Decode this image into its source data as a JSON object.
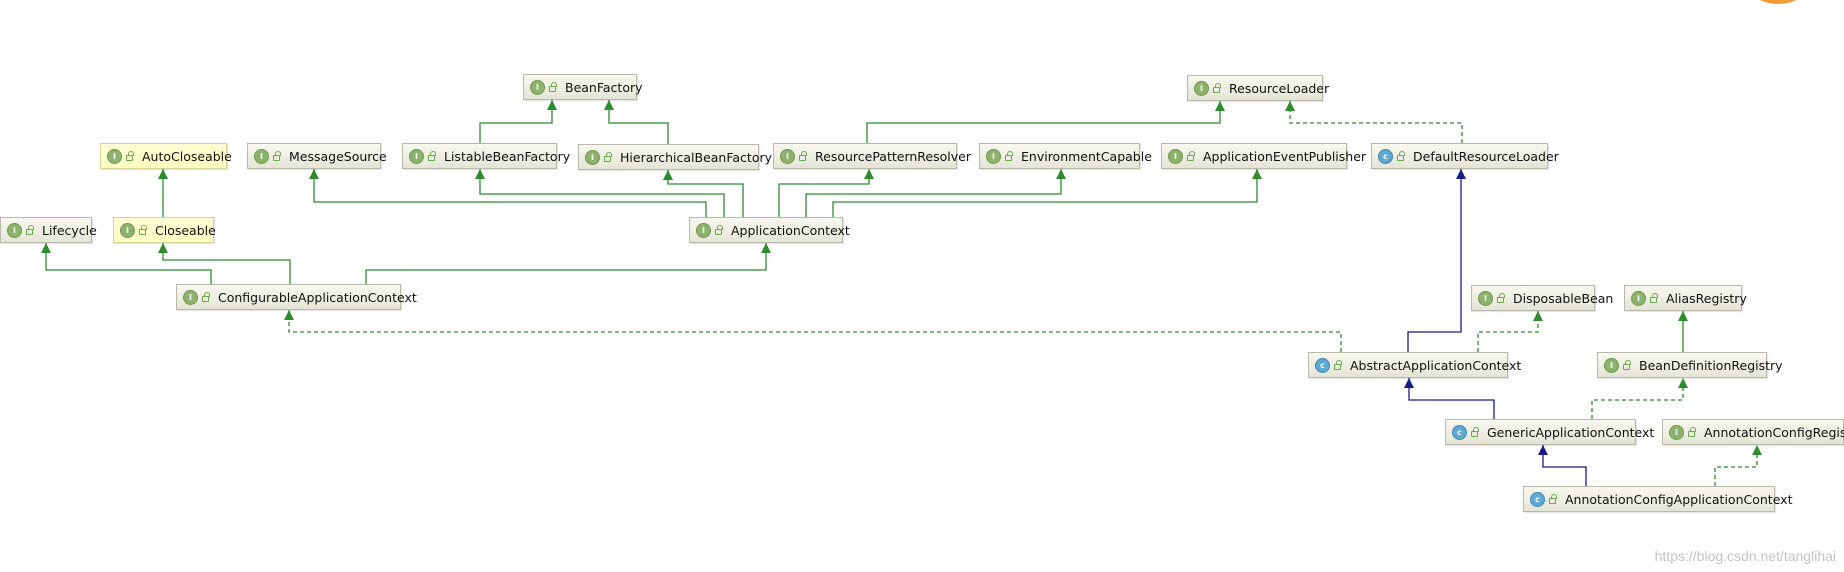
{
  "diagram": {
    "nodes": [
      {
        "id": "BeanFactory",
        "label": "BeanFactory",
        "kind": "interface",
        "icon": "interface-badge-icon"
      },
      {
        "id": "ResourceLoader",
        "label": "ResourceLoader",
        "kind": "interface",
        "icon": "interface-badge-icon"
      },
      {
        "id": "AutoCloseable",
        "label": "AutoCloseable",
        "kind": "interface",
        "highlight": true,
        "icon": "interface-badge-icon"
      },
      {
        "id": "MessageSource",
        "label": "MessageSource",
        "kind": "interface",
        "icon": "interface-badge-icon"
      },
      {
        "id": "ListableBeanFactory",
        "label": "ListableBeanFactory",
        "kind": "interface",
        "icon": "interface-badge-icon"
      },
      {
        "id": "HierarchicalBeanFactory",
        "label": "HierarchicalBeanFactory",
        "kind": "interface",
        "icon": "interface-badge-icon"
      },
      {
        "id": "ResourcePatternResolver",
        "label": "ResourcePatternResolver",
        "kind": "interface",
        "icon": "interface-badge-icon"
      },
      {
        "id": "EnvironmentCapable",
        "label": "EnvironmentCapable",
        "kind": "interface",
        "icon": "interface-badge-icon"
      },
      {
        "id": "ApplicationEventPublisher",
        "label": "ApplicationEventPublisher",
        "kind": "interface",
        "icon": "interface-badge-icon"
      },
      {
        "id": "DefaultResourceLoader",
        "label": "DefaultResourceLoader",
        "kind": "class",
        "icon": "class-badge-icon"
      },
      {
        "id": "Lifecycle",
        "label": "Lifecycle",
        "kind": "interface",
        "icon": "interface-badge-icon"
      },
      {
        "id": "Closeable",
        "label": "Closeable",
        "kind": "interface",
        "highlight": true,
        "icon": "interface-badge-icon"
      },
      {
        "id": "ApplicationContext",
        "label": "ApplicationContext",
        "kind": "interface",
        "icon": "interface-badge-icon"
      },
      {
        "id": "ConfigurableApplicationContext",
        "label": "ConfigurableApplicationContext",
        "kind": "interface",
        "icon": "interface-badge-icon"
      },
      {
        "id": "DisposableBean",
        "label": "DisposableBean",
        "kind": "interface",
        "icon": "interface-badge-icon"
      },
      {
        "id": "AliasRegistry",
        "label": "AliasRegistry",
        "kind": "interface",
        "icon": "interface-badge-icon"
      },
      {
        "id": "AbstractApplicationContext",
        "label": "AbstractApplicationContext",
        "kind": "class",
        "icon": "class-badge-icon"
      },
      {
        "id": "BeanDefinitionRegistry",
        "label": "BeanDefinitionRegistry",
        "kind": "interface",
        "icon": "interface-badge-icon"
      },
      {
        "id": "GenericApplicationContext",
        "label": "GenericApplicationContext",
        "kind": "class",
        "icon": "class-badge-icon"
      },
      {
        "id": "AnnotationConfigRegistry",
        "label": "AnnotationConfigRegistry",
        "kind": "interface",
        "icon": "interface-badge-icon"
      },
      {
        "id": "AnnotationConfigApplicationContext",
        "label": "AnnotationConfigApplicationContext",
        "kind": "class",
        "icon": "class-badge-icon"
      }
    ],
    "edges": [
      {
        "from": "ListableBeanFactory",
        "to": "BeanFactory",
        "type": "extends-interface"
      },
      {
        "from": "HierarchicalBeanFactory",
        "to": "BeanFactory",
        "type": "extends-interface"
      },
      {
        "from": "ResourcePatternResolver",
        "to": "ResourceLoader",
        "type": "extends-interface"
      },
      {
        "from": "DefaultResourceLoader",
        "to": "ResourceLoader",
        "type": "implements"
      },
      {
        "from": "Closeable",
        "to": "AutoCloseable",
        "type": "extends-interface"
      },
      {
        "from": "ApplicationContext",
        "to": "MessageSource",
        "type": "extends-interface"
      },
      {
        "from": "ApplicationContext",
        "to": "ListableBeanFactory",
        "type": "extends-interface"
      },
      {
        "from": "ApplicationContext",
        "to": "HierarchicalBeanFactory",
        "type": "extends-interface"
      },
      {
        "from": "ApplicationContext",
        "to": "ResourcePatternResolver",
        "type": "extends-interface"
      },
      {
        "from": "ApplicationContext",
        "to": "EnvironmentCapable",
        "type": "extends-interface"
      },
      {
        "from": "ApplicationContext",
        "to": "ApplicationEventPublisher",
        "type": "extends-interface"
      },
      {
        "from": "ConfigurableApplicationContext",
        "to": "Lifecycle",
        "type": "extends-interface"
      },
      {
        "from": "ConfigurableApplicationContext",
        "to": "Closeable",
        "type": "extends-interface"
      },
      {
        "from": "ConfigurableApplicationContext",
        "to": "ApplicationContext",
        "type": "extends-interface"
      },
      {
        "from": "AbstractApplicationContext",
        "to": "ConfigurableApplicationContext",
        "type": "implements"
      },
      {
        "from": "AbstractApplicationContext",
        "to": "DefaultResourceLoader",
        "type": "extends-class"
      },
      {
        "from": "AbstractApplicationContext",
        "to": "DisposableBean",
        "type": "implements"
      },
      {
        "from": "BeanDefinitionRegistry",
        "to": "AliasRegistry",
        "type": "extends-interface"
      },
      {
        "from": "GenericApplicationContext",
        "to": "AbstractApplicationContext",
        "type": "extends-class"
      },
      {
        "from": "GenericApplicationContext",
        "to": "BeanDefinitionRegistry",
        "type": "implements"
      },
      {
        "from": "AnnotationConfigApplicationContext",
        "to": "GenericApplicationContext",
        "type": "extends-class"
      },
      {
        "from": "AnnotationConfigApplicationContext",
        "to": "AnnotationConfigRegistry",
        "type": "implements"
      }
    ],
    "edge_colors": {
      "extends-interface": "#2e8b2e",
      "implements": "#2e8b2e",
      "extends-class": "#1a1a8c"
    },
    "node_colors": {
      "default": "#eeeee2",
      "highlight": "#ffffcc"
    }
  },
  "watermark": "https://blog.csdn.net/tanglihai"
}
